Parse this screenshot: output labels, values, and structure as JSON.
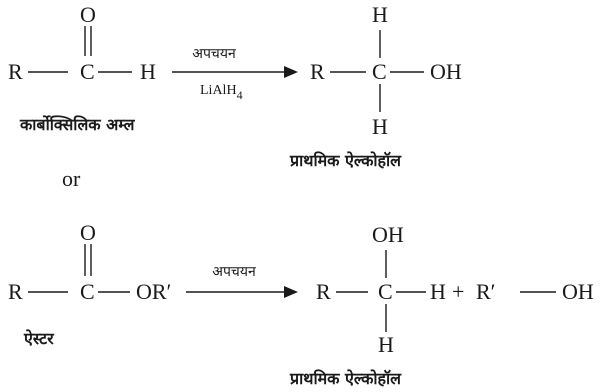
{
  "reaction1": {
    "reactant": {
      "R": "R",
      "C": "C",
      "H": "H",
      "O": "O",
      "label": "कार्बोक्सिलिक अम्ल"
    },
    "arrow": {
      "top": "अपचयन",
      "bottom": "LiAlH",
      "bottom_sub": "4"
    },
    "product": {
      "R": "R",
      "C": "C",
      "OH": "OH",
      "H_top": "H",
      "H_bottom": "H",
      "label": "प्राथमिक ऐल्कोहॉल"
    }
  },
  "separator": "or",
  "reaction2": {
    "reactant": {
      "R": "R",
      "C": "C",
      "OR": "OR′",
      "O": "O",
      "label": "ऐस्टर"
    },
    "arrow": {
      "top": "अपचयन"
    },
    "product": {
      "R": "R",
      "C": "C",
      "OH_top": "OH",
      "H_right": "H",
      "plus": "+",
      "R_prime": "R′",
      "OH_end": "OH",
      "H_bottom": "H",
      "label": "प्राथमिक ऐल्कोहॉल"
    }
  }
}
